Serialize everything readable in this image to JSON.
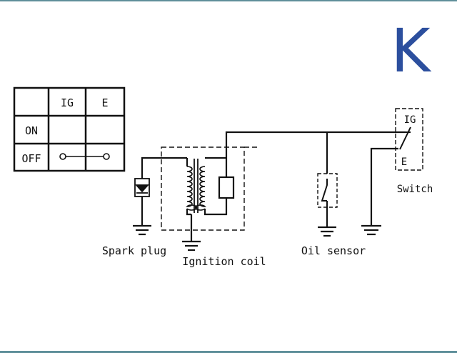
{
  "page_letter": "K",
  "accent_color": "#2c4f9e",
  "switch_table": {
    "columns": [
      "IG",
      "E"
    ],
    "rows": [
      {
        "label": "ON",
        "connected": false
      },
      {
        "label": "OFF",
        "connected": true
      }
    ]
  },
  "switch": {
    "terminal_ig": "IG",
    "terminal_e": "E",
    "label": "Switch"
  },
  "components": {
    "spark_plug": "Spark plug",
    "ignition_coil": "Ignition coil",
    "oil_sensor": "Oil sensor"
  }
}
